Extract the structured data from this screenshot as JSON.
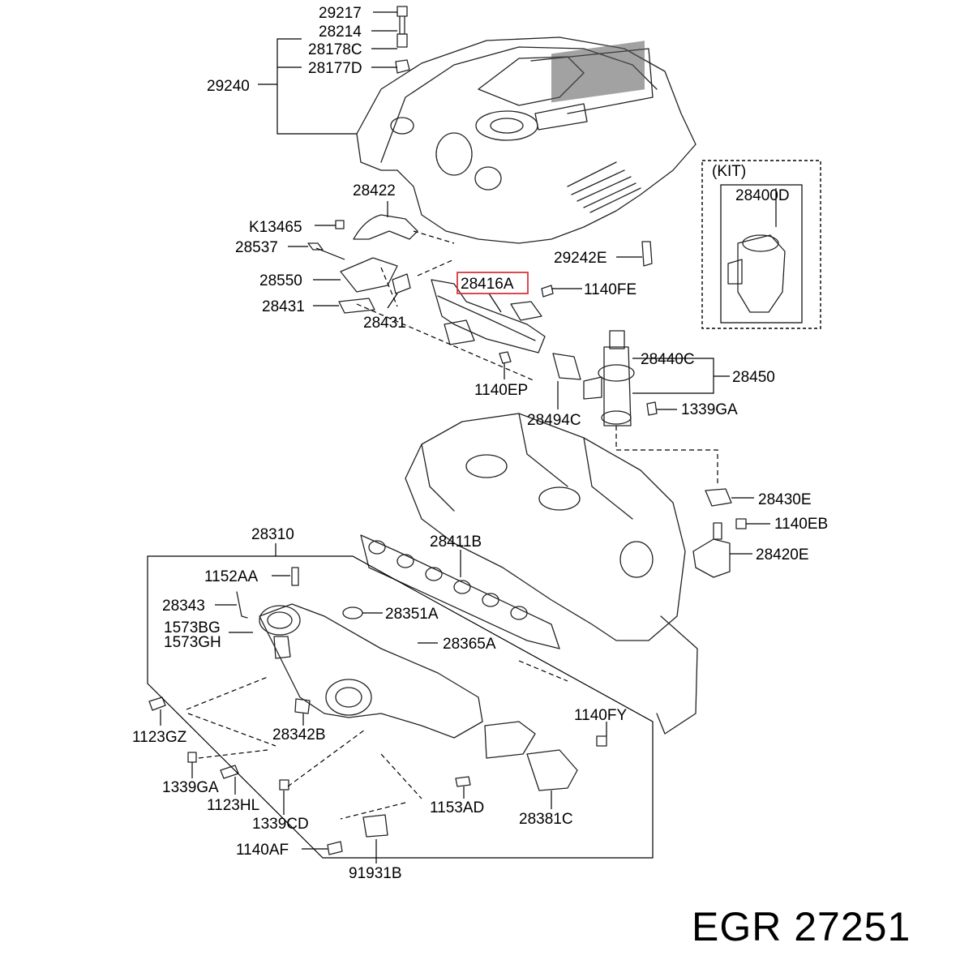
{
  "diagram": {
    "kit_title": "(KIT)",
    "labels": {
      "l29217": "29217",
      "l28214": "28214",
      "l28178C": "28178C",
      "l28177D": "28177D",
      "l29240": "29240",
      "l28422": "28422",
      "lK13465": "K13465",
      "l28537": "28537",
      "l28550": "28550",
      "l28431a": "28431",
      "l28431b": "28431",
      "l28416A": "28416A",
      "l1140FE": "1140FE",
      "l29242E": "29242E",
      "l28400D": "28400D",
      "l28440C": "28440C",
      "l28450": "28450",
      "l1140EP": "1140EP",
      "l28494C": "28494C",
      "l1339GAa": "1339GA",
      "l28430E": "28430E",
      "l1140EB": "1140EB",
      "l28420E": "28420E",
      "l28310": "28310",
      "l28411B": "28411B",
      "l1152AA": "1152AA",
      "l28343": "28343",
      "l28351A": "28351A",
      "l1573BG": "1573BG",
      "l1573GH": "1573GH",
      "l28365A": "28365A",
      "l1140FY": "1140FY",
      "l1123GZ": "1123GZ",
      "l28342B": "28342B",
      "l1339GAb": "1339GA",
      "l1123HL": "1123HL",
      "l1339CD": "1339CD",
      "l1153AD": "1153AD",
      "l28381C": "28381C",
      "l1140AF": "1140AF",
      "l91931B": "91931B"
    },
    "highlighted_part": "28416A",
    "highlight_color": "#d9363e",
    "caption": "EGR 27251"
  }
}
